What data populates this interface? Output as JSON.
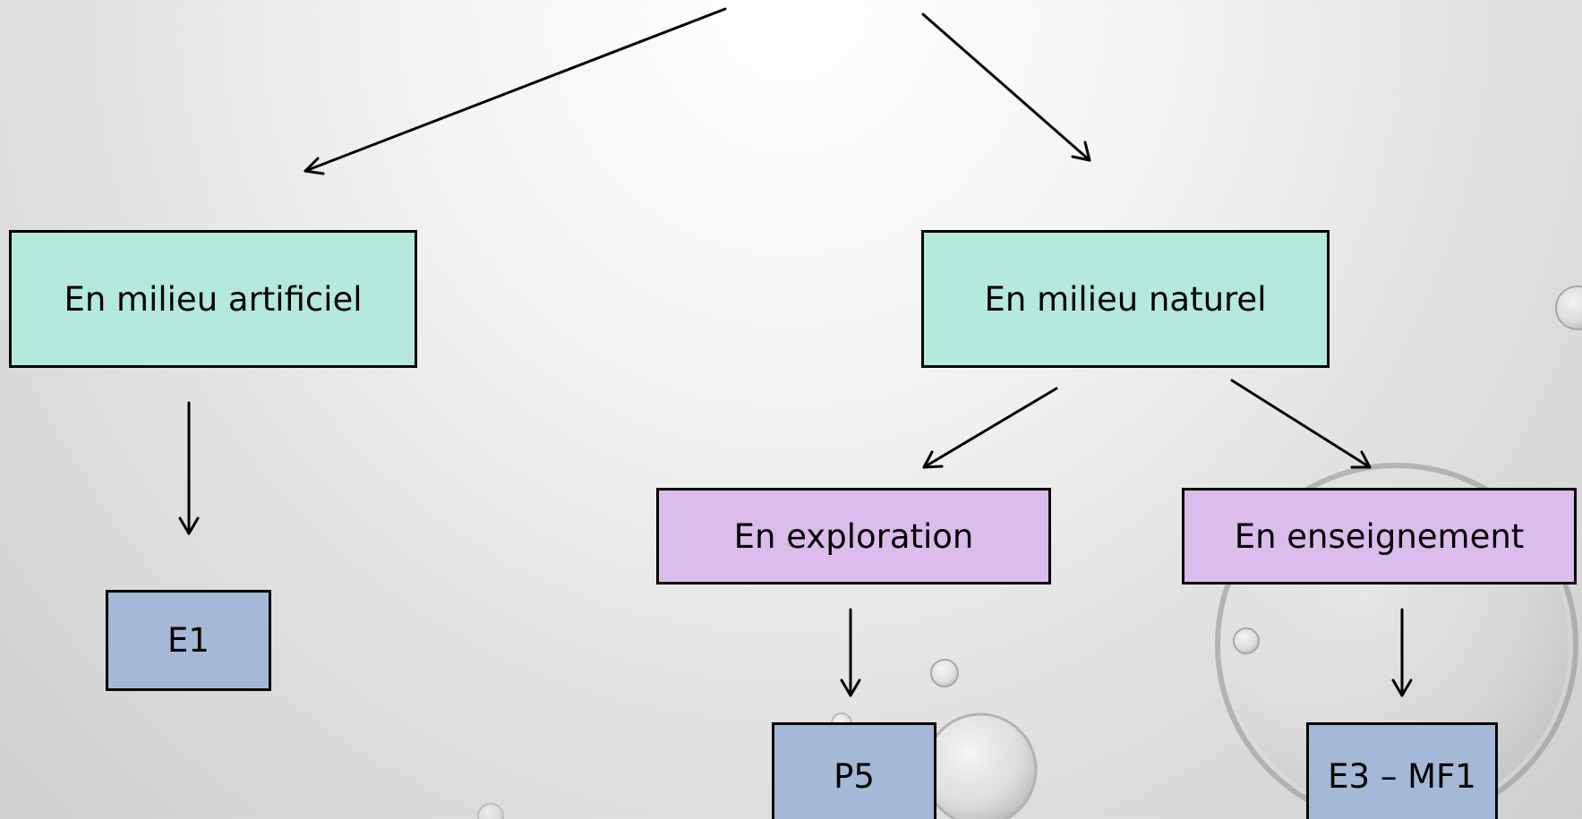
{
  "diagram": {
    "nodes": {
      "artificiel": "En milieu artificiel",
      "naturel": "En milieu naturel",
      "exploration": "En exploration",
      "enseignement": "En enseignement",
      "e1": "E1",
      "p5": "P5",
      "e3_mf1": "E3 – MF1"
    },
    "edges": [
      {
        "from": "root",
        "to": "artificiel"
      },
      {
        "from": "root",
        "to": "naturel"
      },
      {
        "from": "artificiel",
        "to": "e1"
      },
      {
        "from": "naturel",
        "to": "exploration"
      },
      {
        "from": "naturel",
        "to": "enseignement"
      },
      {
        "from": "exploration",
        "to": "p5"
      },
      {
        "from": "enseignement",
        "to": "e3_mf1"
      }
    ]
  },
  "colors": {
    "milieu_box": "#b4e9dc",
    "mode_box": "#dbbdec",
    "level_box": "#a3b9d5",
    "line": "#000000"
  }
}
